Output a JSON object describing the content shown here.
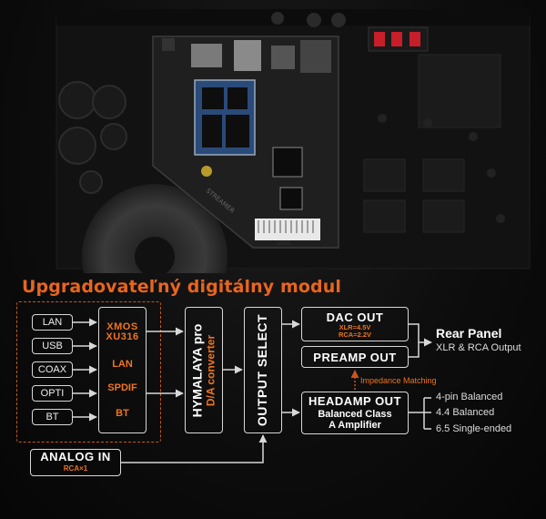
{
  "title": "Upgradovateľný digitálny modul",
  "photo": {
    "streamer_label": "STREAMER",
    "connector_label": "XXXX"
  },
  "inputs": [
    "LAN",
    "USB",
    "COAX",
    "OPTI",
    "BT"
  ],
  "sources": [
    "XMOS XU316",
    "LAN",
    "SPDIF",
    "BT"
  ],
  "converter": {
    "line1": "HYMALAYA pro",
    "line2": "D/A converter"
  },
  "output_select": "OUTPUT SELECT",
  "dac_out": {
    "title": "DAC OUT",
    "xlr": "XLR=4.5V",
    "rca": "RCA=2.2V"
  },
  "preamp_out": "PREAMP OUT",
  "impedance_matching": "Impedance Matching",
  "headamp_out": {
    "title": "HEADAMP OUT",
    "line2": "Balanced Class",
    "line3": "A Amplifier"
  },
  "rear_panel": {
    "title": "Rear Panel",
    "subtitle": "XLR & RCA Output"
  },
  "headphone_outputs": [
    "4-pin Balanced",
    "4.4 Balanced",
    "6.5 Single-ended"
  ],
  "analog_in": {
    "title": "ANALOG IN",
    "sub": "RCA×1"
  },
  "colors": {
    "accent": "#e8651f",
    "accent_text": "#f0741f",
    "line": "#d8d8d8",
    "background": "#0d0d0d"
  }
}
